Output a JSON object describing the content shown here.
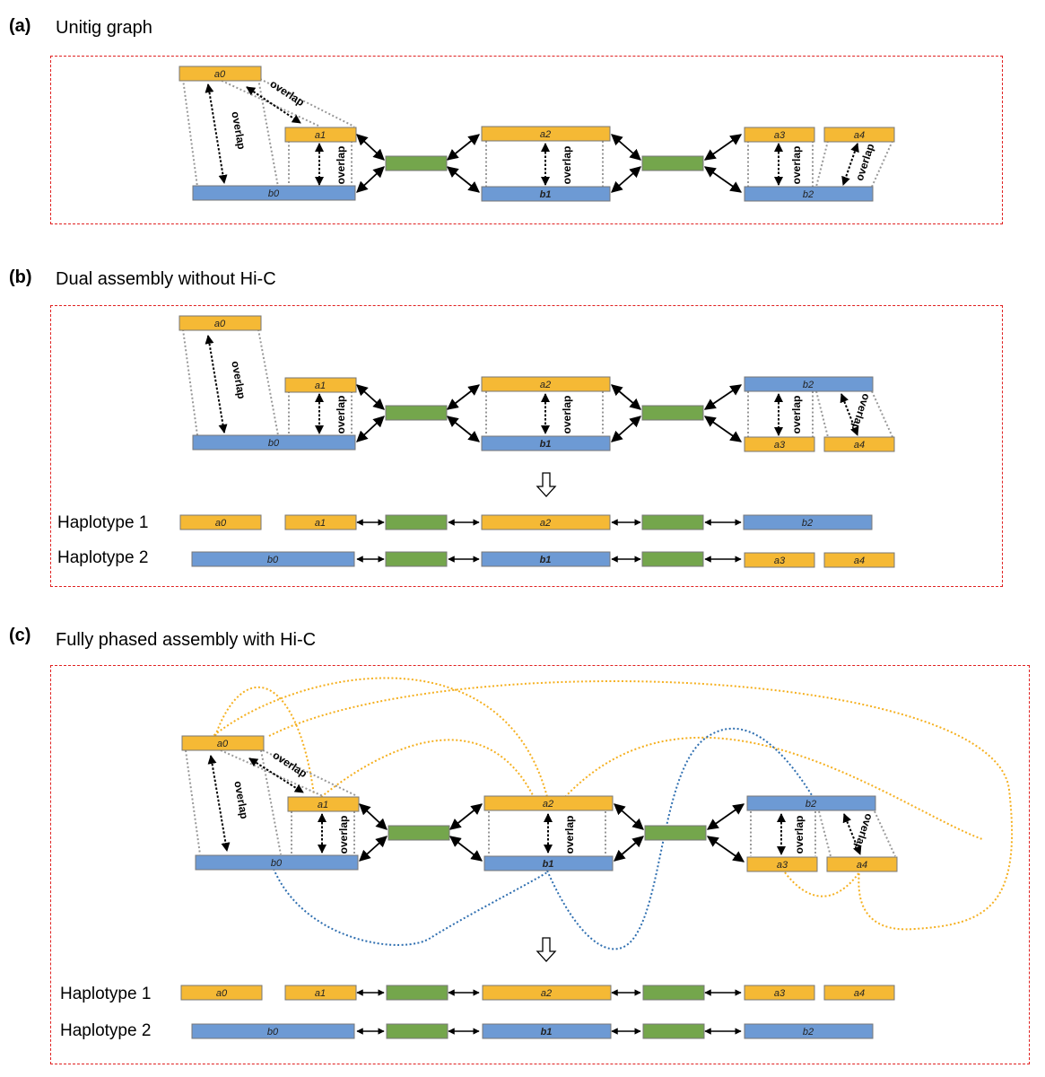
{
  "panels": {
    "a": {
      "letter": "(a)",
      "title": "Unitig graph"
    },
    "b": {
      "letter": "(b)",
      "title": "Dual assembly without Hi-C"
    },
    "c": {
      "letter": "(c)",
      "title": "Fully phased assembly with Hi-C"
    }
  },
  "labels": {
    "a0": "a0",
    "a1": "a1",
    "a2": "a2",
    "a3": "a3",
    "a4": "a4",
    "b0": "b0",
    "b1": "b1",
    "b2": "b2",
    "overlap": "overlap",
    "haplotype1": "Haplotype 1",
    "haplotype2": "Haplotype 2"
  },
  "colors": {
    "yellow_unitig": "#f5b935",
    "blue_unitig": "#6d9ad4",
    "green_unitig": "#74a64c",
    "frame_border": "#e02020",
    "hic_yellow": "#f5b020",
    "hic_blue": "#2f6fb0"
  },
  "icons": {
    "arrow": "down-arrow-icon"
  }
}
